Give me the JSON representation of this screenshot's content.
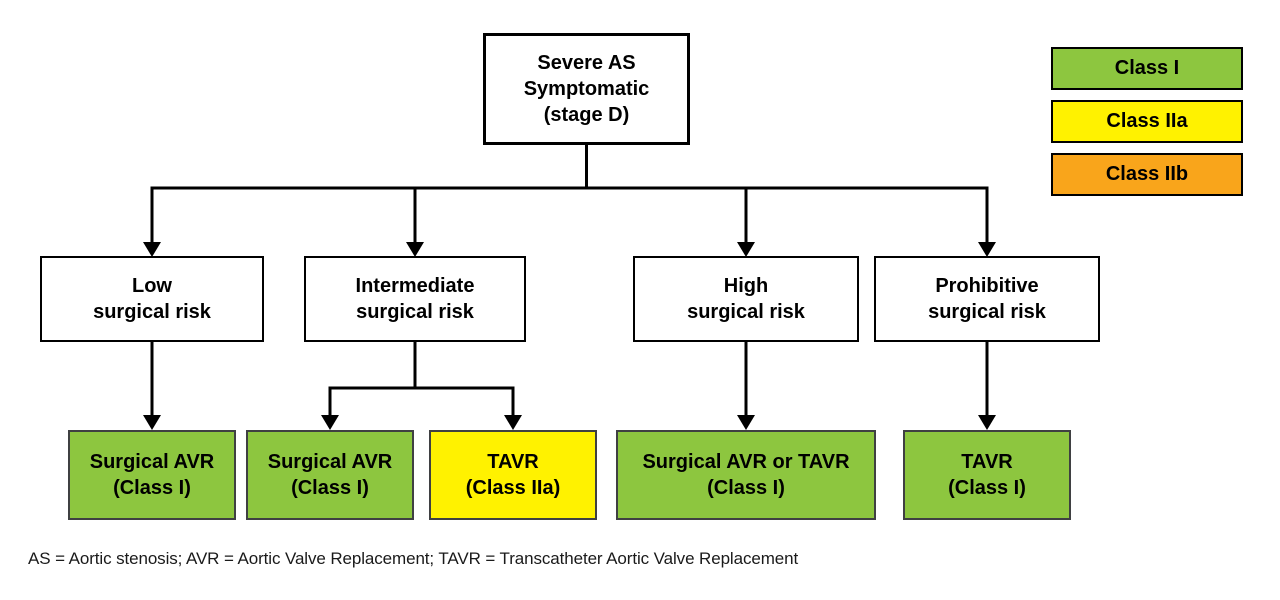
{
  "diagram": {
    "root": {
      "text": "Severe AS\nSymptomatic\n(stage D)"
    },
    "risks": [
      {
        "text": "Low\nsurgical risk"
      },
      {
        "text": "Intermediate\nsurgical risk"
      },
      {
        "text": "High\nsurgical risk"
      },
      {
        "text": "Prohibitive\nsurgical risk"
      }
    ],
    "outcomes": [
      {
        "text": "Surgical AVR\n(Class I)",
        "recommendation_class": "Class I",
        "color": "#8DC63F"
      },
      {
        "text": "Surgical AVR\n(Class I)",
        "recommendation_class": "Class I",
        "color": "#8DC63F"
      },
      {
        "text": "TAVR\n(Class IIa)",
        "recommendation_class": "Class IIa",
        "color": "#FFF200"
      },
      {
        "text": "Surgical AVR or TAVR\n(Class I)",
        "recommendation_class": "Class I",
        "color": "#8DC63F"
      },
      {
        "text": "TAVR\n(Class I)",
        "recommendation_class": "Class I",
        "color": "#8DC63F"
      }
    ]
  },
  "legend": {
    "items": [
      {
        "label": "Class I",
        "color": "#8DC63F"
      },
      {
        "label": "Class IIa",
        "color": "#FFF200"
      },
      {
        "label": "Class IIb",
        "color": "#F9A51B"
      }
    ]
  },
  "footnote": "AS = Aortic stenosis; AVR = Aortic Valve Replacement; TAVR = Transcatheter Aortic Valve Replacement",
  "colors": {
    "line": "#000000",
    "node_border": "#000000",
    "background": "#FFFFFF"
  }
}
